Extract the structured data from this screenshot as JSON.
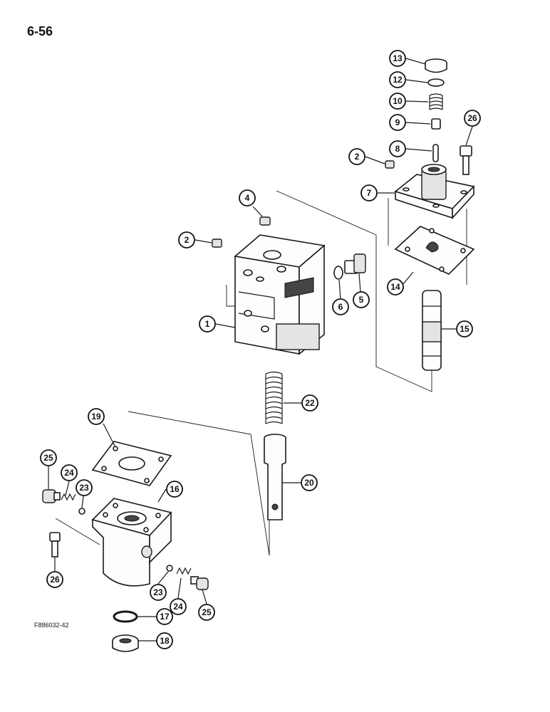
{
  "page_number": "6-56",
  "figure_code": "F886032-42",
  "callouts": [
    "13",
    "12",
    "10",
    "9",
    "8",
    "2",
    "26",
    "7",
    "4",
    "2",
    "14",
    "15",
    "5",
    "6",
    "1",
    "22",
    "19",
    "25",
    "24",
    "23",
    "16",
    "20",
    "26",
    "23",
    "24",
    "25",
    "17",
    "18"
  ]
}
